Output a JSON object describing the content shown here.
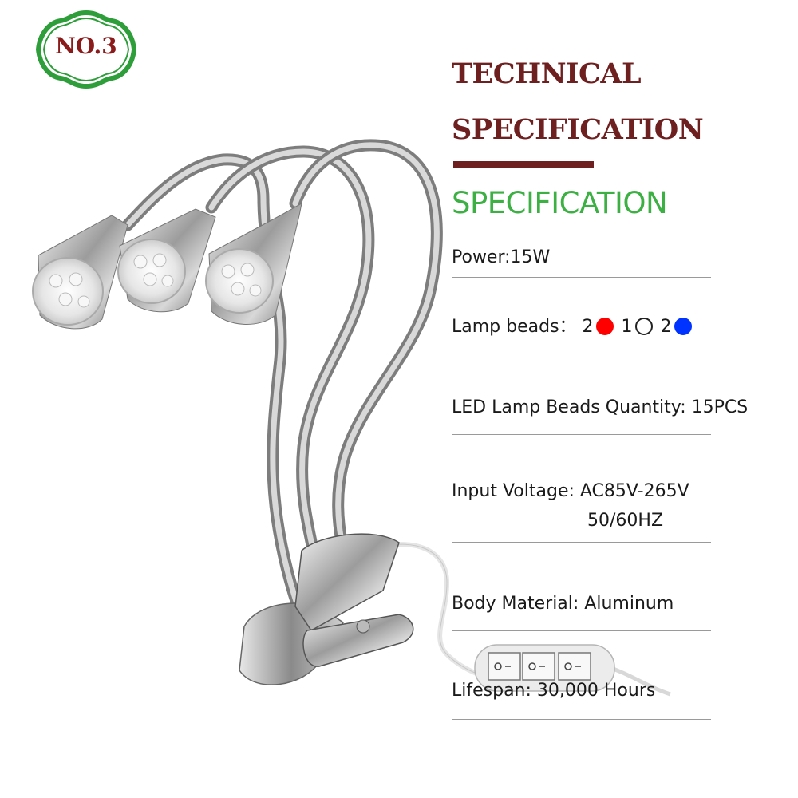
{
  "badge": {
    "label": "NO.3"
  },
  "heading": {
    "line1": "TECHNICAL",
    "line2": "SPECIFICATION"
  },
  "spec": {
    "title": "SPECIFICATION",
    "power": "Power:15W",
    "lamp_beads_label": "Lamp beads：",
    "lamp_beads": [
      {
        "count": "2",
        "color": "red"
      },
      {
        "count": "1",
        "color": "white"
      },
      {
        "count": "2",
        "color": "blue"
      }
    ],
    "quantity": "LED Lamp Beads Quantity: 15PCS",
    "voltage_line1": "Input Voltage: AC85V-265V",
    "voltage_line2": "50/60HZ",
    "material": "Body Material: Aluminum",
    "lifespan": "Lifespan: 30,000 Hours"
  },
  "colors": {
    "heading": "#6e1f1f",
    "spec_title": "#3cb043",
    "badge_green": "#2e9e3a",
    "red": "#ff0000",
    "blue": "#0033ff"
  }
}
